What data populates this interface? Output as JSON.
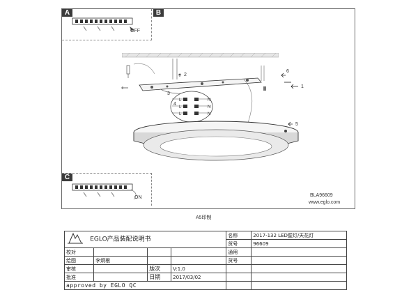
{
  "panels": {
    "a_label": "A",
    "b_label": "B",
    "c_label": "C",
    "off_text": "OFF",
    "on_text": "ON"
  },
  "terminal_labels": [
    "L",
    "N",
    "L",
    "N",
    "L",
    "N"
  ],
  "callouts": {
    "c1": "1",
    "c2": "2",
    "c3": "3",
    "c4": "4",
    "c5": "5",
    "c6": "6"
  },
  "model_code": "BLA96609",
  "website": "www.eglo.com",
  "print_size": "A5印制",
  "title_block": {
    "brand_title": "EGLO产品装配说明书",
    "row1_label": "校对",
    "row2_label": "绘图",
    "row2_value": "李炯根",
    "row3_label": "审核",
    "row3_mid_label": "版次",
    "row3_mid_value": "V:1.0",
    "row4_label": "批准",
    "row4_mid_label": "日期",
    "row4_mid_value": "2017/03/02",
    "name_label": "名称",
    "name_value": "2017-132 LED壁灯/天花灯",
    "code_label": "货号",
    "code_value": "96609",
    "common_label": "通用",
    "common2_label": "货号",
    "approved": "approved by EGLO QC"
  }
}
